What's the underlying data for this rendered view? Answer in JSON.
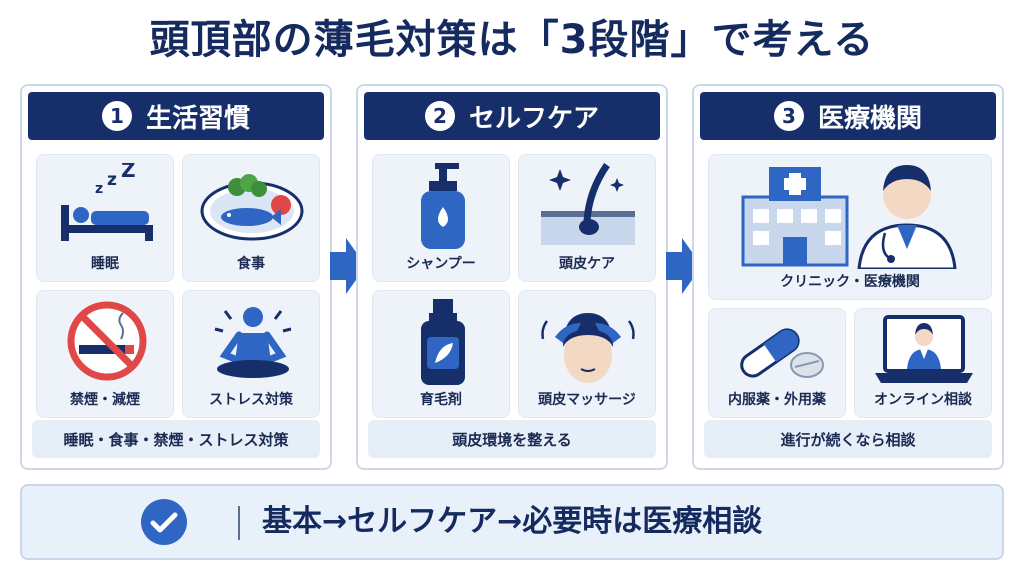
{
  "title": "頭頂部の薄毛対策は「3段階」で考える",
  "colors": {
    "navy": "#162f6b",
    "blue": "#2f66c4",
    "card": "#eef3fa",
    "red": "#e04848"
  },
  "columns": [
    {
      "number": "1",
      "heading": "生活習慣",
      "cards": [
        {
          "label": "睡眠",
          "icon": "sleep-bed-icon"
        },
        {
          "label": "食事",
          "icon": "food-plate-icon"
        },
        {
          "label": "禁煙・減煙",
          "icon": "no-smoking-icon"
        },
        {
          "label": "ストレス対策",
          "icon": "meditation-icon"
        }
      ],
      "footer": "睡眠・食事・禁煙・ストレス対策"
    },
    {
      "number": "2",
      "heading": "セルフケア",
      "cards": [
        {
          "label": "シャンプー",
          "icon": "shampoo-bottle-icon"
        },
        {
          "label": "頭皮ケア",
          "icon": "hair-follicle-icon"
        },
        {
          "label": "育毛剤",
          "icon": "hair-tonic-icon"
        },
        {
          "label": "頭皮マッサージ",
          "icon": "scalp-massage-icon"
        }
      ],
      "footer": "頭皮環境を整える"
    },
    {
      "number": "3",
      "heading": "医療機関",
      "cards": [
        {
          "label": "クリニック・医療機関",
          "icon": "clinic-doctor-icon"
        },
        {
          "label": "内服薬・外用薬",
          "icon": "medicine-capsule-icon"
        },
        {
          "label": "オンライン相談",
          "icon": "online-consult-icon"
        }
      ],
      "footer": "進行が続くなら相談"
    }
  ],
  "summary": "基本→セルフケア→必要時は医療相談"
}
